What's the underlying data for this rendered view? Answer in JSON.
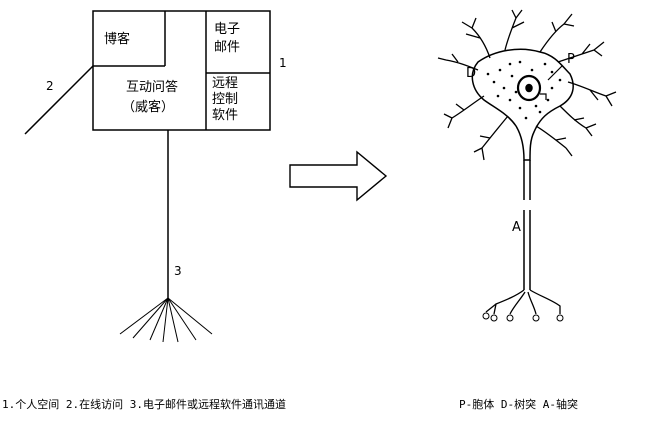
{
  "left_diagram": {
    "box_blog": "博客",
    "box_email_l1": "电子",
    "box_email_l2": "邮件",
    "box_qa_l1": "互动问答",
    "box_qa_l2": "（威客）",
    "box_remote_l1": "远程",
    "box_remote_l2": "控制",
    "box_remote_l3": "软件",
    "label_1": "1",
    "label_2": "2",
    "label_3": "3"
  },
  "right_diagram": {
    "label_d": "D",
    "label_p": "P",
    "label_a": "A"
  },
  "captions": {
    "left": "1.个人空间 2.在线访问 3.电子邮件或远程软件通讯通道",
    "right": "P-胞体  D-树突  A-轴突"
  }
}
